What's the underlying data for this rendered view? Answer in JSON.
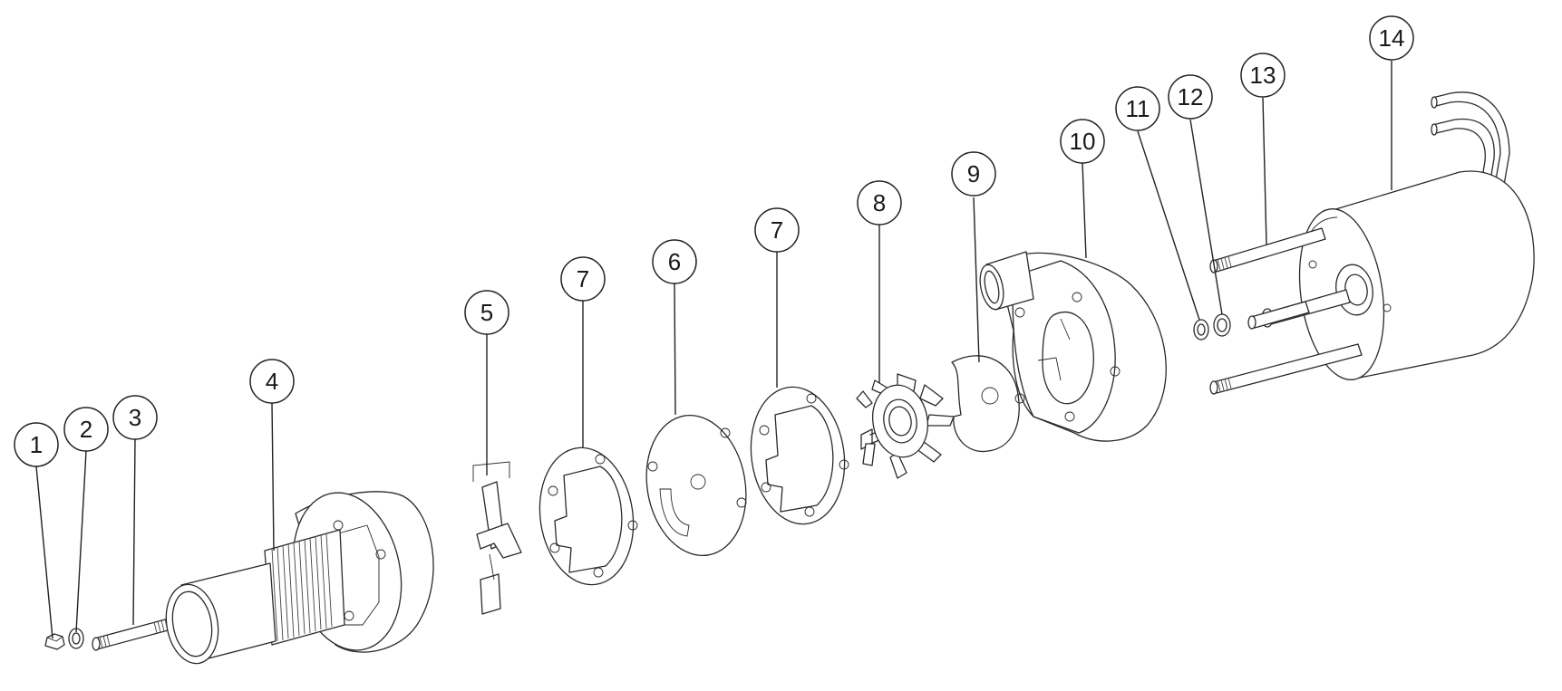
{
  "diagram": {
    "callouts": [
      {
        "id": "1",
        "label": "1"
      },
      {
        "id": "2",
        "label": "2"
      },
      {
        "id": "3",
        "label": "3"
      },
      {
        "id": "4",
        "label": "4"
      },
      {
        "id": "5",
        "label": "5"
      },
      {
        "id": "7a",
        "label": "7"
      },
      {
        "id": "6",
        "label": "6"
      },
      {
        "id": "7b",
        "label": "7"
      },
      {
        "id": "8",
        "label": "8"
      },
      {
        "id": "9",
        "label": "9"
      },
      {
        "id": "10",
        "label": "10"
      },
      {
        "id": "11",
        "label": "11"
      },
      {
        "id": "12",
        "label": "12"
      },
      {
        "id": "13",
        "label": "13"
      },
      {
        "id": "14",
        "label": "14"
      }
    ]
  }
}
